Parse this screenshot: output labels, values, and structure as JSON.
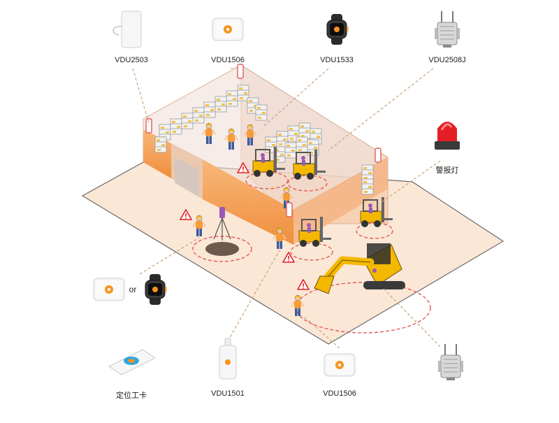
{
  "devices": {
    "top_1": {
      "label": "VDU2503",
      "icon": "power-bank-tag-icon"
    },
    "top_2": {
      "label": "VDU1506",
      "icon": "square-tag-icon"
    },
    "top_3": {
      "label": "VDU1533",
      "icon": "smart-watch-icon"
    },
    "top_4": {
      "label": "VDU2508J",
      "icon": "gateway-antenna-icon"
    },
    "alarm": {
      "label": "警报灯",
      "icon": "alarm-light-icon"
    },
    "left_pair": {
      "connector": "or",
      "icon_a": "square-tag-icon",
      "icon_b": "smart-watch-icon"
    },
    "bottom_1": {
      "label": "定位工卡",
      "icon": "badge-card-icon"
    },
    "bottom_2": {
      "label": "VDU1501",
      "icon": "pendant-tag-icon"
    },
    "bottom_3": {
      "label": "VDU1506",
      "icon": "square-tag-icon"
    },
    "bottom_4": {
      "icon": "gateway-antenna-icon"
    }
  },
  "colors": {
    "accent_orange": "#f7941d",
    "floor": "#fbe7d6",
    "wall": "#f5a35c",
    "zone_dash": "#e55a5a",
    "leader": "#c9a27a",
    "alarm_red": "#e31e24",
    "machine_yellow": "#f5b800"
  }
}
